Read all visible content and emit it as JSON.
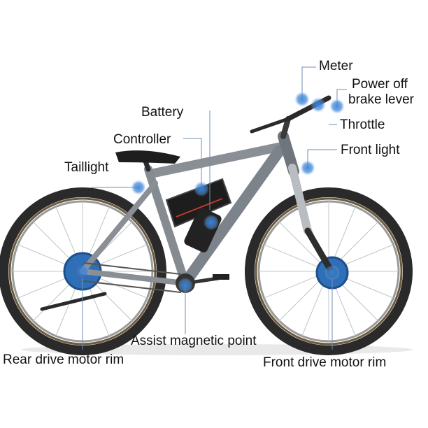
{
  "colors": {
    "hotspot": "#3f86d8",
    "hotspot_glow": "#9cc3ef",
    "leader": "#6f8fb5",
    "frame": "#8a8f95",
    "tire": "#2a2a2a",
    "spokes": "#b7bcc2",
    "motor": "#2f6fb8"
  },
  "labels": {
    "meter": "Meter",
    "power_off_1": "Power off",
    "power_off_2": "brake lever",
    "battery": "Battery",
    "throttle": "Throttle",
    "controller": "Controller",
    "front_light": "Front light",
    "taillight": "Taillight",
    "assist": "Assist magnetic point",
    "rear_motor": "Rear drive motor rim",
    "front_motor": "Front drive motor rim"
  },
  "icons": [
    "bicycle-illustration",
    "hotspot-marker"
  ]
}
